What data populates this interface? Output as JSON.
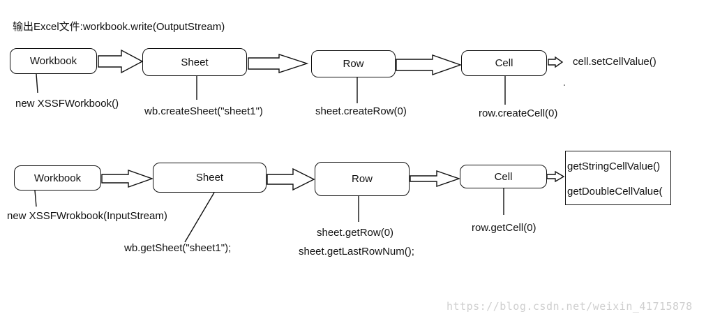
{
  "title": "输出Excel文件:workbook.write(OutputStream)",
  "write_flow": {
    "nodes": [
      "Workbook",
      "Sheet",
      "Row",
      "Cell"
    ],
    "creators": [
      "new XSSFWorkbook()",
      "wb.createSheet(\"sheet1\")",
      "sheet.createRow(0)",
      "row.createCell(0)"
    ],
    "cell_method": "cell.setCellValue()"
  },
  "read_flow": {
    "nodes": [
      "Workbook",
      "Sheet",
      "Row",
      "Cell"
    ],
    "getters": [
      "new XSSFWrokbook(InputStream)",
      "wb.getSheet(\"sheet1\");",
      "sheet.getRow(0)",
      "sheet.getLastRowNum();",
      "row.getCell(0)"
    ],
    "cell_methods": [
      "getStringCellValue()",
      "getDoubleCellValue("
    ]
  },
  "watermark": "https://blog.csdn.net/weixin_41715878"
}
